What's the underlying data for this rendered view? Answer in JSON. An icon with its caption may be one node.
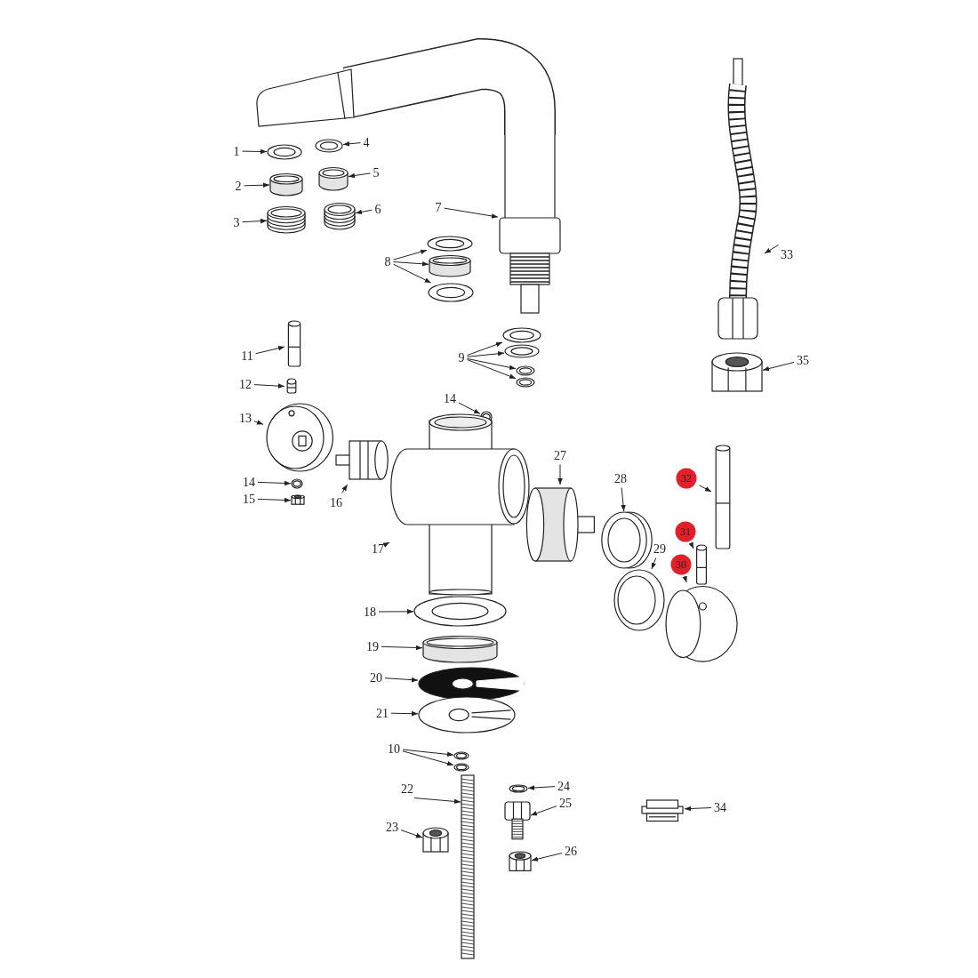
{
  "diagram": {
    "nodes": [
      {
        "text": [
          "1"
        ]
      },
      {
        "text": [],
        "shape": "picture"
      },
      {
        "text": [
          "2"
        ]
      },
      {
        "text": [],
        "shape": "cylinder"
      },
      {
        "text": [
          "3"
        ]
      },
      {
        "text": [],
        "shape": "picture"
      },
      {
        "text": [
          "4"
        ]
      },
      {
        "text": [],
        "shape": "picture"
      },
      {
        "text": [
          "5"
        ]
      },
      {
        "text": [],
        "shape": "cylinder"
      },
      {
        "text": [
          "6"
        ]
      },
      {
        "text": [],
        "shape": "picture"
      },
      {
        "text": [
          "7"
        ]
      },
      {
        "text": [],
        "shape": "picture"
      },
      {
        "text": [
          "8"
        ]
      },
      {
        "text": [],
        "shape": "picture"
      },
      {
        "text": [],
        "shape": "cylinder"
      },
      {
        "text": [],
        "shape": "picture"
      },
      {
        "text": [
          "9"
        ]
      },
      {
        "text": [],
        "shape": "picture"
      },
      {
        "text": [],
        "shape": "picture"
      },
      {
        "text": [],
        "shape": "picture"
      },
      {
        "text": [],
        "shape": "picture"
      },
      {
        "text": [
          "11"
        ]
      },
      {
        "text": [],
        "shape": "picture"
      },
      {
        "text": [
          "12"
        ]
      },
      {
        "text": [],
        "shape": "picture"
      },
      {
        "text": [
          "13"
        ]
      },
      {
        "text": [],
        "shape": "picture"
      },
      {
        "text": [
          "14"
        ]
      },
      {
        "text": [],
        "shape": "picture"
      },
      {
        "text": [
          "14"
        ]
      },
      {
        "text": [],
        "shape": "picture"
      },
      {
        "text": [
          "15"
        ]
      },
      {
        "text": [],
        "shape": "picture"
      },
      {
        "text": [
          "16"
        ]
      },
      {
        "text": [],
        "shape": "picture"
      },
      {
        "text": [
          "17"
        ]
      },
      {
        "text": [],
        "shape": "picture"
      },
      {
        "text": [
          "18"
        ]
      },
      {
        "text": [],
        "shape": "picture"
      },
      {
        "text": [
          "19"
        ]
      },
      {
        "text": [],
        "shape": "cylinder"
      },
      {
        "text": [
          "20"
        ]
      },
      {
        "text": [],
        "shape": "picture"
      },
      {
        "text": [
          "21"
        ]
      },
      {
        "text": [],
        "shape": "picture"
      },
      {
        "text": [
          "10"
        ]
      },
      {
        "text": [],
        "shape": "picture"
      },
      {
        "text": [],
        "shape": "picture"
      },
      {
        "text": [
          "22"
        ]
      },
      {
        "text": [],
        "shape": "picture"
      },
      {
        "text": [
          "23"
        ]
      },
      {
        "text": [],
        "shape": "picture"
      },
      {
        "text": [
          "24"
        ]
      },
      {
        "text": [],
        "shape": "picture"
      },
      {
        "text": [
          "25"
        ]
      },
      {
        "text": [],
        "shape": "picture"
      },
      {
        "text": [
          "26"
        ]
      },
      {
        "text": [],
        "shape": "picture"
      },
      {
        "text": [
          "27"
        ]
      },
      {
        "text": [],
        "shape": "cylinder"
      },
      {
        "text": [
          "28"
        ]
      },
      {
        "text": [],
        "shape": "picture"
      },
      {
        "text": [
          "29"
        ]
      },
      {
        "text": [],
        "shape": "picture"
      },
      {
        "text": [
          "30"
        ]
      },
      {
        "text": [],
        "shape": "picture"
      },
      {
        "text": [
          "31"
        ]
      },
      {
        "text": [],
        "shape": "picture"
      },
      {
        "text": [
          "32"
        ]
      },
      {
        "text": [],
        "shape": "picture"
      },
      {
        "text": [
          "33"
        ]
      },
      {
        "text": [],
        "shape": "picture"
      },
      {
        "text": [
          "34"
        ]
      },
      {
        "text": [],
        "shape": "picture"
      },
      {
        "text": [
          "35"
        ]
      },
      {
        "text": [],
        "shape": "picture"
      }
    ],
    "edges": [
      {
        "from": 0,
        "to": 1,
        "arrow": "to"
      },
      {
        "from": 2,
        "to": 3,
        "arrow": "to"
      },
      {
        "from": 4,
        "to": 5,
        "arrow": "to"
      },
      {
        "from": 6,
        "to": 7,
        "arrow": "to"
      },
      {
        "from": 8,
        "to": 9,
        "arrow": "to"
      },
      {
        "from": 10,
        "to": 11,
        "arrow": "to"
      },
      {
        "from": 12,
        "to": 13,
        "arrow": "to"
      },
      {
        "from": 14,
        "to": 15,
        "arrow": "to"
      },
      {
        "from": 14,
        "to": 16,
        "arrow": "to"
      },
      {
        "from": 14,
        "to": 17,
        "arrow": "to"
      },
      {
        "from": 18,
        "to": 19,
        "arrow": "to"
      },
      {
        "from": 18,
        "to": 20,
        "arrow": "to"
      },
      {
        "from": 18,
        "to": 21,
        "arrow": "to"
      },
      {
        "from": 18,
        "to": 22,
        "arrow": "to"
      },
      {
        "from": 23,
        "to": 24,
        "arrow": "to"
      },
      {
        "from": 25,
        "to": 26,
        "arrow": "to"
      },
      {
        "from": 27,
        "to": 28,
        "arrow": "to"
      },
      {
        "from": 29,
        "to": 30,
        "arrow": "to"
      },
      {
        "from": 31,
        "to": 32,
        "arrow": "to"
      },
      {
        "from": 33,
        "to": 34,
        "arrow": "to"
      },
      {
        "from": 35,
        "to": 36,
        "arrow": "to"
      },
      {
        "from": 37,
        "to": 38,
        "arrow": "to"
      },
      {
        "from": 39,
        "to": 40,
        "arrow": "to"
      },
      {
        "from": 41,
        "to": 42,
        "arrow": "to"
      },
      {
        "from": 43,
        "to": 44,
        "arrow": "to"
      },
      {
        "from": 45,
        "to": 46,
        "arrow": "to"
      },
      {
        "from": 47,
        "to": 48,
        "arrow": "to"
      },
      {
        "from": 47,
        "to": 49,
        "arrow": "to"
      },
      {
        "from": 50,
        "to": 51,
        "arrow": "to"
      },
      {
        "from": 52,
        "to": 53,
        "arrow": "to"
      },
      {
        "from": 54,
        "to": 55,
        "arrow": "to"
      },
      {
        "from": 56,
        "to": 57,
        "arrow": "to"
      },
      {
        "from": 58,
        "to": 59,
        "arrow": "to"
      },
      {
        "from": 60,
        "to": 61,
        "arrow": "to"
      },
      {
        "from": 62,
        "to": 63,
        "arrow": "to"
      },
      {
        "from": 64,
        "to": 65,
        "arrow": "to"
      },
      {
        "from": 66,
        "to": 67,
        "arrow": "to"
      },
      {
        "from": 68,
        "to": 69,
        "arrow": "to"
      },
      {
        "from": 70,
        "to": 71,
        "arrow": "to"
      },
      {
        "from": 72,
        "to": 73,
        "arrow": "to"
      },
      {
        "from": 74,
        "to": 75,
        "arrow": "to"
      },
      {
        "from": 76,
        "to": 77,
        "arrow": "to"
      }
    ]
  }
}
